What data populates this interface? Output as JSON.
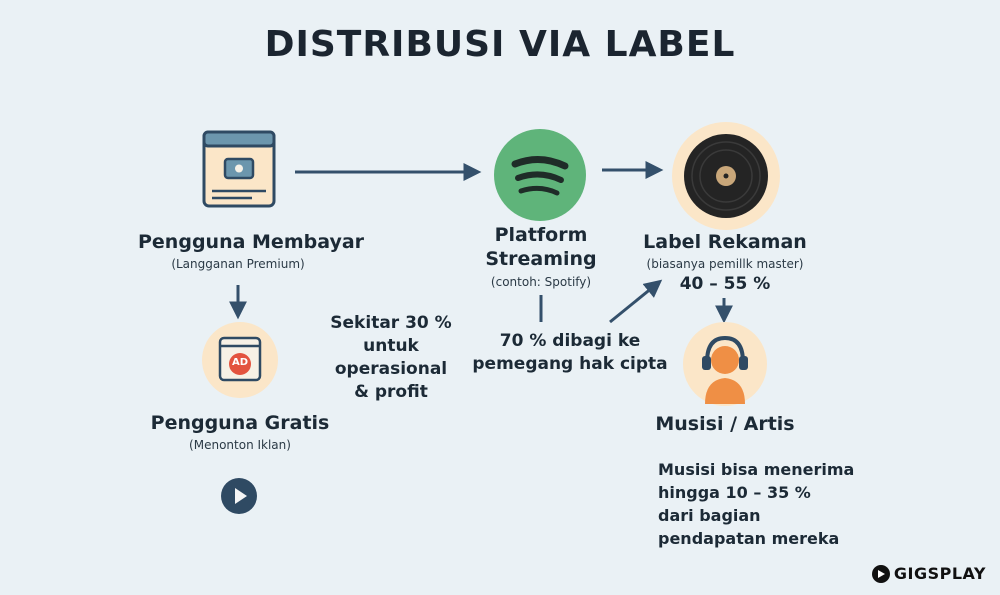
{
  "title": "DISTRIBUSI VIA LABEL",
  "nodes": {
    "paid_users": {
      "title": "Pengguna Membayar",
      "subtitle": "(Langganan Premium)"
    },
    "free_users": {
      "title": "Pengguna Gratis",
      "subtitle": "(Menonton Iklan)",
      "ad_badge": "AD"
    },
    "streaming_platform": {
      "title_line1": "Platform",
      "title_line2": "Streaming",
      "subtitle": "(contoh: Spotify)"
    },
    "record_label": {
      "title": "Label Rekaman",
      "subtitle": "(biasanya pemillk master)",
      "share": "40 – 55 %"
    },
    "musician": {
      "title": "Musisi / Artis"
    }
  },
  "notes": {
    "platform_share": [
      "Sekitar 30 %",
      "untuk",
      "operasional",
      "& profit"
    ],
    "rights_holder_share": [
      "70 % dibagi ke",
      "pemegang hak cipta"
    ],
    "musician_share": [
      "Musisi bisa menerima",
      "hingga 10 – 35 %",
      "dari bagian",
      "pendapatan mereka"
    ]
  },
  "brand": {
    "name": "GIGSPLAY"
  },
  "colors": {
    "background": "#eaf1f5",
    "arrow": "#34506b",
    "spotify_green": "#5fb47a",
    "icon_circle": "#fbe6c8",
    "navy": "#2f4a63"
  }
}
